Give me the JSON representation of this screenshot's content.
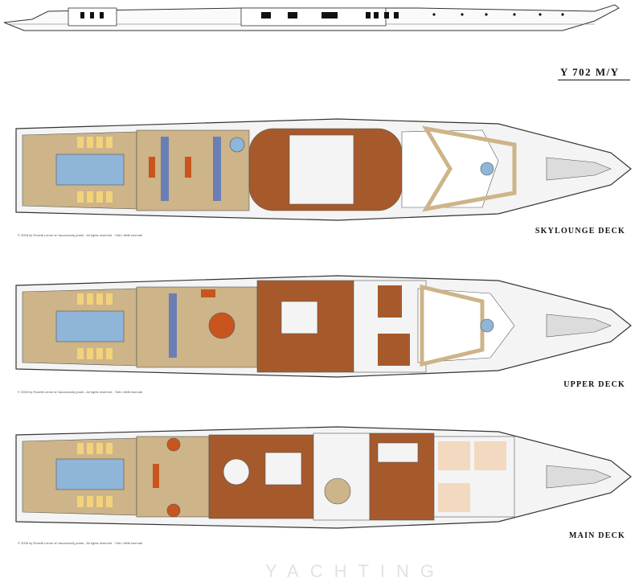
{
  "model_title": "Y 702 M/Y",
  "decks": [
    {
      "label": "SKYLOUNGE DECK",
      "copyright": "© 2006 by Rosetti Lemer srl Iacovacci&j prasti - All rights reserved - Tutti i diritti riservati"
    },
    {
      "label": "UPPER DECK",
      "copyright": "© 2006 by Rosetti Lemer srl Iacovacci&j prasti - All rights reserved - Tutti i diritti riservati"
    },
    {
      "label": "MAIN DECK",
      "copyright": "© 2006 by Rosetti Lemer srl Iacovacci&j prasti - All rights reserved - Tutti i diritti riservati"
    }
  ],
  "watermark": "YACHTING",
  "colors": {
    "teak": "#cdb489",
    "wood": "#a65a2c",
    "pool": "#8fb5d8",
    "cushion": "#f2d27a",
    "hull": "#f4f4f4",
    "line": "#333333"
  }
}
